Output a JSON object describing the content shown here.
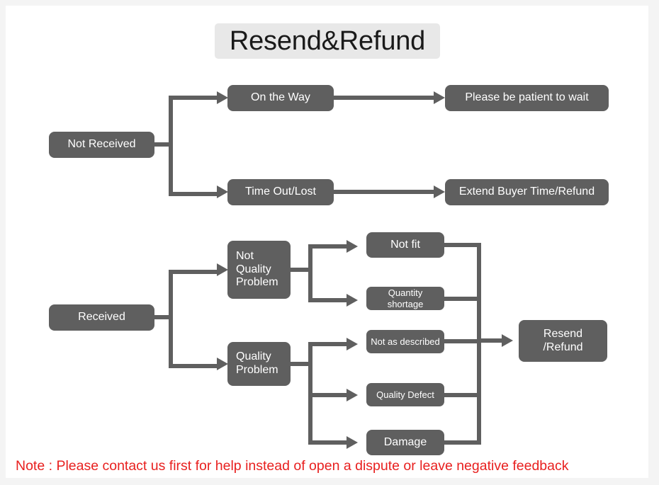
{
  "title": {
    "text": "Resend&Refund"
  },
  "colors": {
    "node_fill": "#5f5f5f",
    "node_text": "#ffffff",
    "connector": "#5f5f5f",
    "title_background": "#e8e8e8",
    "note_text": "#e8201f",
    "canvas_background": "#ffffff",
    "page_background": "#f4f4f4"
  },
  "nodes": {
    "not_received": "Not Received",
    "on_the_way": "On the Way",
    "time_out_lost": "Time Out/Lost",
    "please_be_patient": "Please be patient to wait",
    "extend_buyer_time": "Extend Buyer Time/Refund",
    "received": "Received",
    "not_quality_problem": "Not\nQuality\nProblem",
    "quality_problem": "Quality\nProblem",
    "not_fit": "Not fit",
    "quantity_shortage": "Quantity shortage",
    "not_as_described": "Not as described",
    "quality_defect": "Quality Defect",
    "damage": "Damage",
    "resend_refund": "Resend\n/Refund"
  },
  "note": {
    "text": "Note : Please contact us first for help instead of open a dispute or leave negative feedback"
  },
  "flow": {
    "branches": [
      {
        "from": "Not Received",
        "to": "On the Way"
      },
      {
        "from": "Not Received",
        "to": "Time Out/Lost"
      },
      {
        "from": "On the Way",
        "to": "Please be patient to wait"
      },
      {
        "from": "Time Out/Lost",
        "to": "Extend Buyer Time/Refund"
      },
      {
        "from": "Received",
        "to": "Not Quality Problem"
      },
      {
        "from": "Received",
        "to": "Quality Problem"
      },
      {
        "from": "Not Quality Problem",
        "to": "Not fit"
      },
      {
        "from": "Not Quality Problem",
        "to": "Quantity shortage"
      },
      {
        "from": "Quality Problem",
        "to": "Not as described"
      },
      {
        "from": "Quality Problem",
        "to": "Quality Defect"
      },
      {
        "from": "Quality Problem",
        "to": "Damage"
      },
      {
        "from": "Not fit",
        "to": "Resend /Refund"
      },
      {
        "from": "Quantity shortage",
        "to": "Resend /Refund"
      },
      {
        "from": "Not as described",
        "to": "Resend /Refund"
      },
      {
        "from": "Quality Defect",
        "to": "Resend /Refund"
      },
      {
        "from": "Damage",
        "to": "Resend /Refund"
      }
    ]
  }
}
